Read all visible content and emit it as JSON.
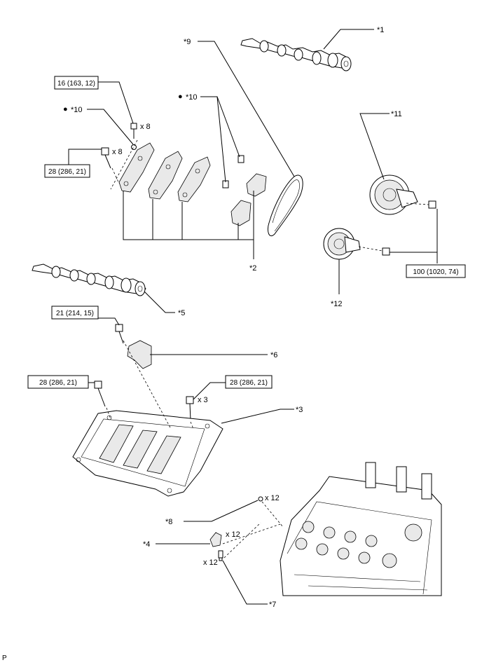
{
  "callouts": {
    "c1": "*1",
    "c2": "*2",
    "c3": "*3",
    "c4": "*4",
    "c5": "*5",
    "c6": "*6",
    "c7": "*7",
    "c8": "*8",
    "c9": "*9",
    "c10a": "*10",
    "c10b": "*10",
    "c11": "*11",
    "c12": "*12"
  },
  "torque_boxes": {
    "t1": "16 (163, 12)",
    "t2": "28 (286, 21)",
    "t3": "21 (214, 15)",
    "t4": "28 (286, 21)",
    "t5": "28 (286, 21)",
    "t6": "100 (1020, 74)"
  },
  "quantities": {
    "q1": "x 8",
    "q2": "x 8",
    "q3": "x 3",
    "q4": "x 12",
    "q5": "x 12",
    "q6": "x 12"
  },
  "markers": {
    "non_reusable": "●"
  },
  "figure_code": "P"
}
